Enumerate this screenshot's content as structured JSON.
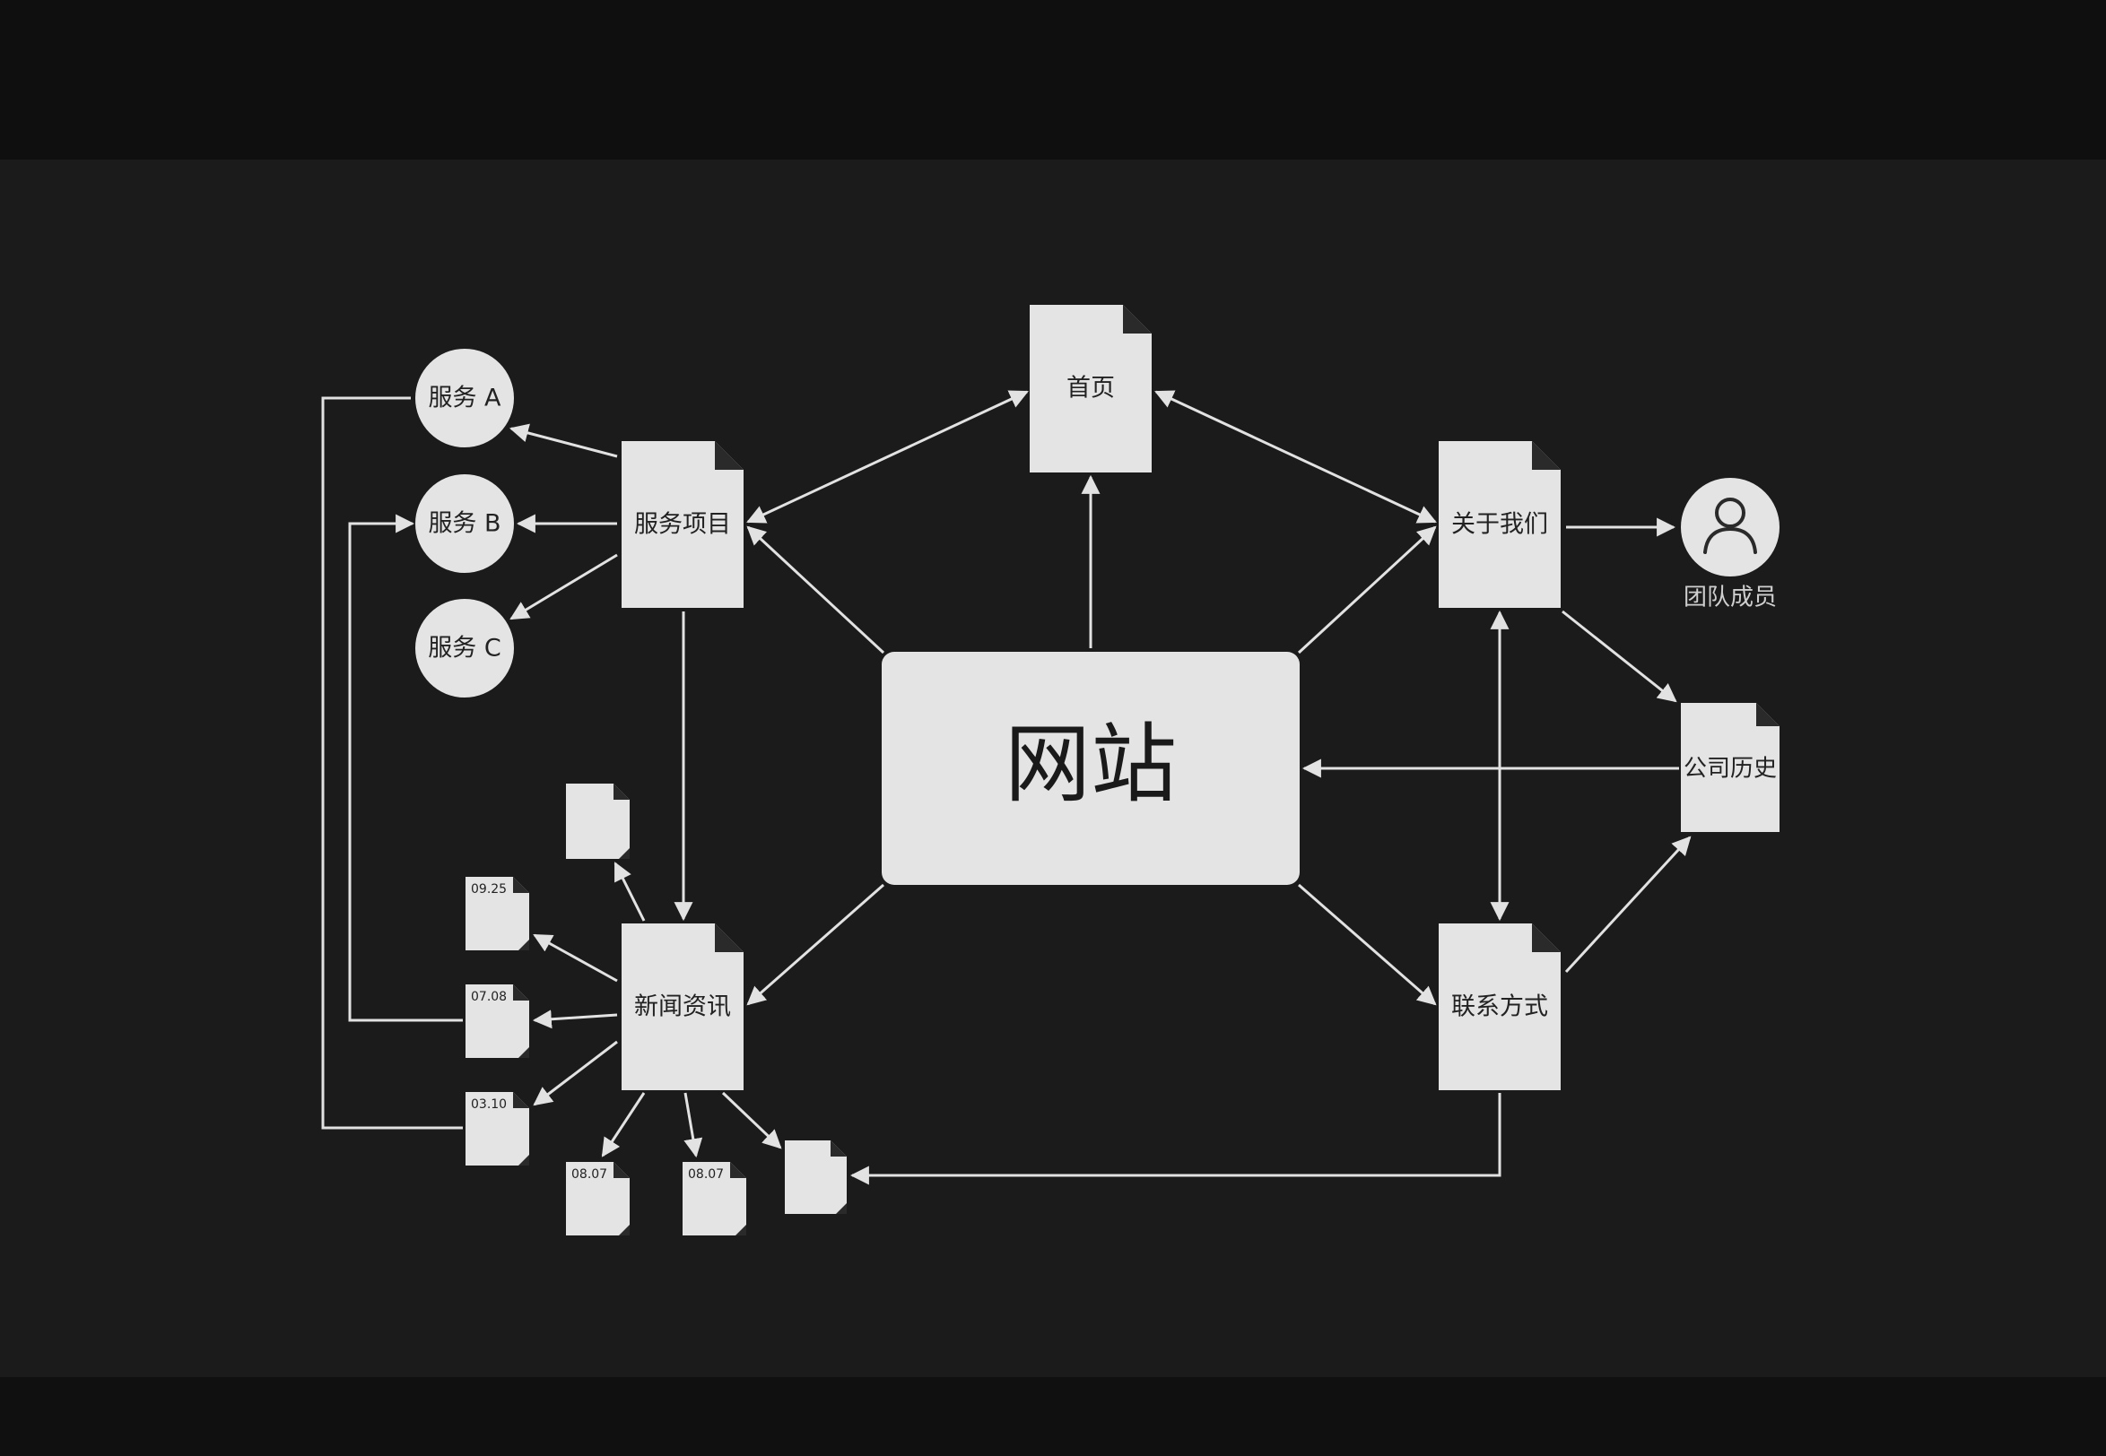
{
  "center": {
    "label": "网站"
  },
  "pages": {
    "home": "首页",
    "services": "服务项目",
    "about": "关于我们",
    "news": "新闻资讯",
    "contact": "联系方式",
    "history": "公司历史"
  },
  "services": [
    "服务 A",
    "服务 B",
    "服务 C"
  ],
  "team": {
    "label": "团队成员",
    "icon": "person-icon"
  },
  "news_items": [
    "09.25",
    "07.08",
    "03.10",
    "08.07",
    "08.07"
  ],
  "colors": {
    "background": "#1b1b1c",
    "node": "#e4e4e4",
    "line": "#e2e2e2",
    "text": "#222222"
  }
}
